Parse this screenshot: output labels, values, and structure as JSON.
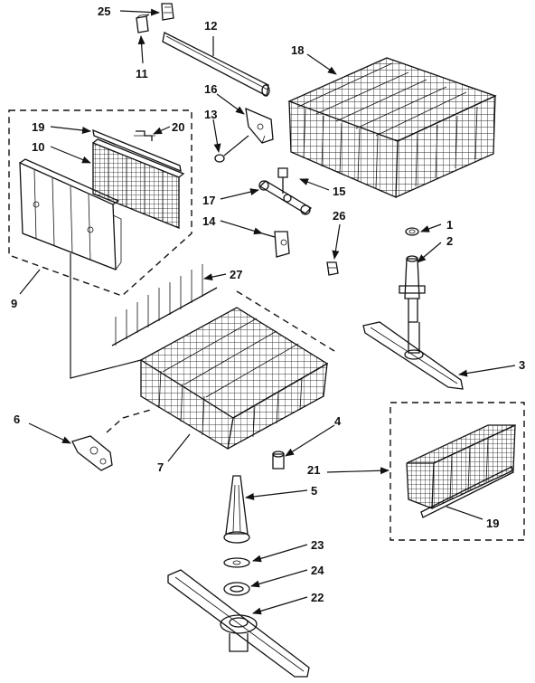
{
  "labels": {
    "l25": "25",
    "l12": "12",
    "l11": "11",
    "l18": "18",
    "l16": "16",
    "l13": "13",
    "l19a": "19",
    "l20": "20",
    "l10": "10",
    "l17": "17",
    "l15": "15",
    "l14": "14",
    "l26": "26",
    "l1": "1",
    "l2": "2",
    "l9": "9",
    "l27": "27",
    "l3": "3",
    "l6": "6",
    "l4": "4",
    "l7": "7",
    "l21": "21",
    "l5": "5",
    "l19b": "19",
    "l23": "23",
    "l24": "24",
    "l22": "22"
  }
}
